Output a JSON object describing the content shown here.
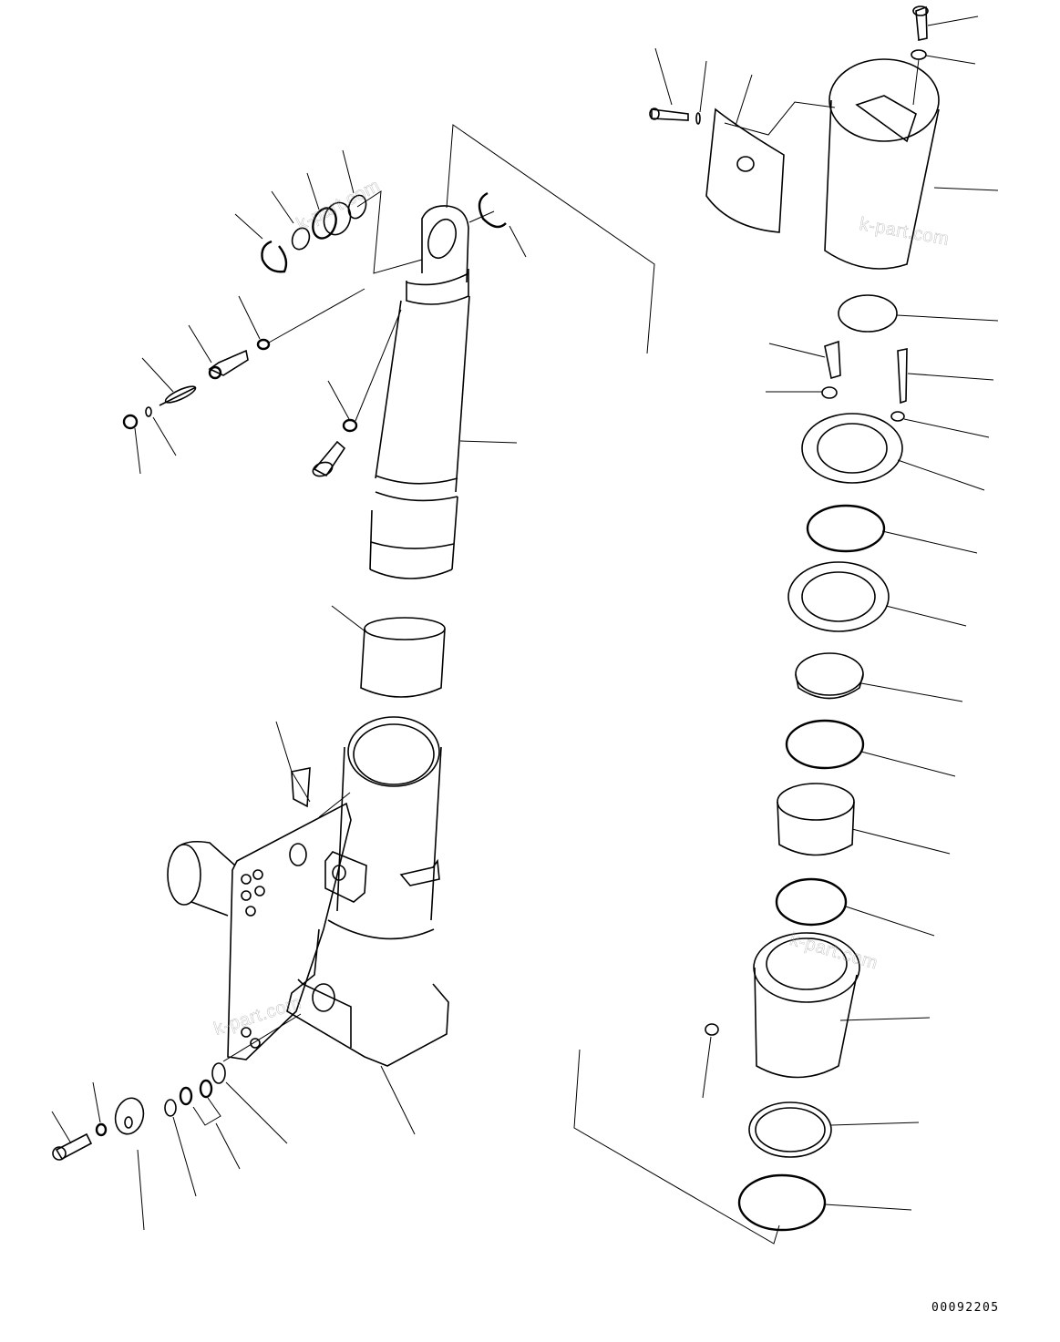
{
  "diagram": {
    "type": "exploded-parts-diagram",
    "subject": "steering/strut cylinder assembly",
    "drawing_number": "00092205",
    "watermarks": [
      "k-part.com",
      "k-part.com",
      "k-part.com",
      "k-part.com"
    ],
    "colors": {
      "line": "#000000",
      "background": "#ffffff",
      "watermark": "#bbbbbb"
    }
  }
}
